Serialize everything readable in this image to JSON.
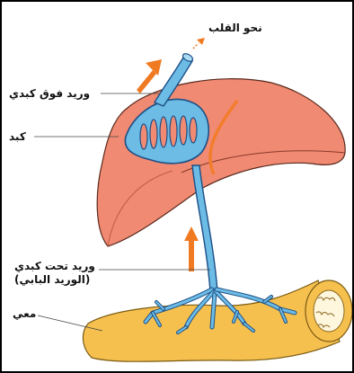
{
  "labels": {
    "to_heart": "نحو القلب",
    "hepatic_vein": "وريد فوق كبدي",
    "liver": "كبد",
    "portal_vein_line1": "وريد تحت كبدي",
    "portal_vein_line2": "(الوريد البابي)",
    "intestine": "معي"
  },
  "colors": {
    "liver": "#f08a72",
    "liver_dark": "#d96a55",
    "vein": "#6cbce6",
    "vein_outline": "#1d4f86",
    "intestine": "#f6c04f",
    "arrow": "#f07a22",
    "leader_line": "#444444"
  }
}
